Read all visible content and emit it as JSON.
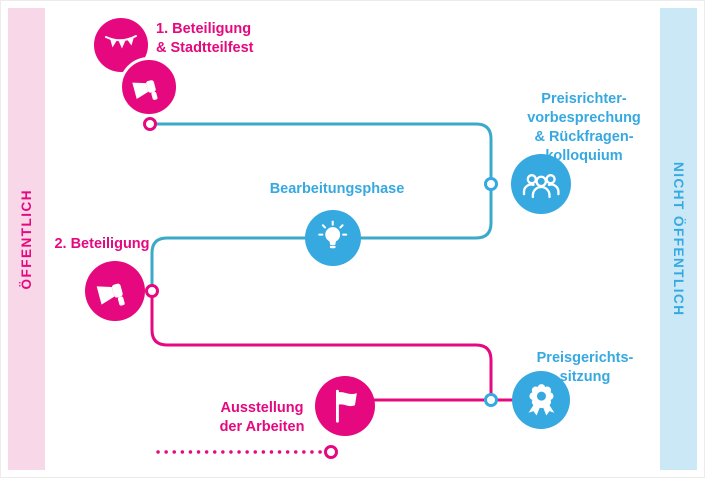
{
  "bands": {
    "left": {
      "label": "ÖFFENTLICH"
    },
    "right": {
      "label": "NICHT ÖFFENTLICH"
    }
  },
  "steps": {
    "beteiligung1": {
      "label": "1. Beteiligung\n& Stadtteilfest",
      "icons": [
        "bunting-icon",
        "megaphone-icon"
      ]
    },
    "preisrichter": {
      "label": "Preisrichter-\nvorbesprechung\n& Rückfragen-\nkolloquium",
      "icon": "committee-icon"
    },
    "bearbeitung": {
      "label": "Bearbeitungsphase",
      "icon": "lightbulb-icon"
    },
    "beteiligung2": {
      "label": "2. Beteiligung",
      "icon": "megaphone-icon"
    },
    "preisgericht": {
      "label": "Preisgerichts-\nsitzung",
      "icon": "award-rosette-icon"
    },
    "ausstellung": {
      "label": "Ausstellung\nder Arbeiten",
      "icon": "flag-icon"
    }
  },
  "colors": {
    "pink": "#E5087E",
    "blue": "#36A9E1",
    "teal_line": "#3BAAC9",
    "band_pink_bg": "#F8D7E9",
    "band_blue_bg": "#CBE8F6"
  }
}
